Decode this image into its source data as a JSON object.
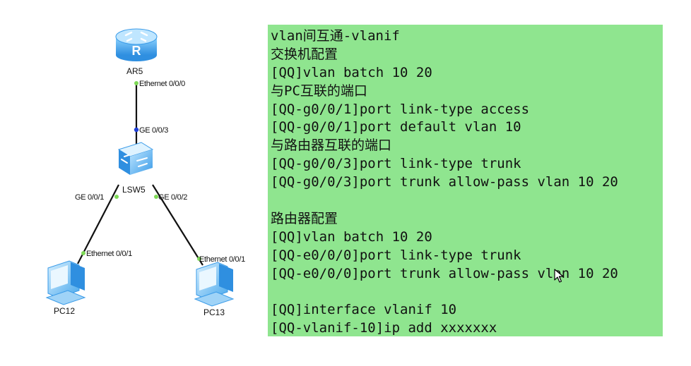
{
  "topology": {
    "devices": [
      {
        "id": "router",
        "name": "AR5",
        "type": "router",
        "icon_letter": "R"
      },
      {
        "id": "switch",
        "name": "LSW5",
        "type": "switch"
      },
      {
        "id": "pc12",
        "name": "PC12",
        "type": "pc"
      },
      {
        "id": "pc13",
        "name": "PC13",
        "type": "pc"
      }
    ],
    "ports": {
      "router_eth": "Ethernet 0/0/0",
      "switch_ge3": "GE 0/0/3",
      "switch_ge1": "GE 0/0/1",
      "switch_ge2": "GE 0/0/2",
      "pc12_eth": "Ethernet 0/0/1",
      "pc13_eth": "Ethernet 0/0/1"
    },
    "colors": {
      "link": "#111111",
      "port_up": "#7ed957",
      "port_selected": "#1f3fd6",
      "device_blue": "#3fa9f5"
    }
  },
  "config_panel": {
    "background": "#8fe58f",
    "lines": [
      "vlan间互通-vlanif",
      "交换机配置",
      "[QQ]vlan batch 10 20",
      "与PC互联的端口",
      "[QQ-g0/0/1]port link-type access",
      "[QQ-g0/0/1]port default vlan 10",
      "与路由器互联的端口",
      "[QQ-g0/0/3]port link-type trunk",
      "[QQ-g0/0/3]port trunk allow-pass vlan 10 20",
      "",
      "路由器配置",
      "[QQ]vlan batch 10 20",
      "[QQ-e0/0/0]port link-type trunk",
      "[QQ-e0/0/0]port trunk allow-pass vlan 10 20",
      "",
      "[QQ]interface vlanif 10",
      "[QQ-vlanif-10]ip add xxxxxxx"
    ]
  },
  "cursor": {
    "icon": "mouse-pointer-icon"
  }
}
